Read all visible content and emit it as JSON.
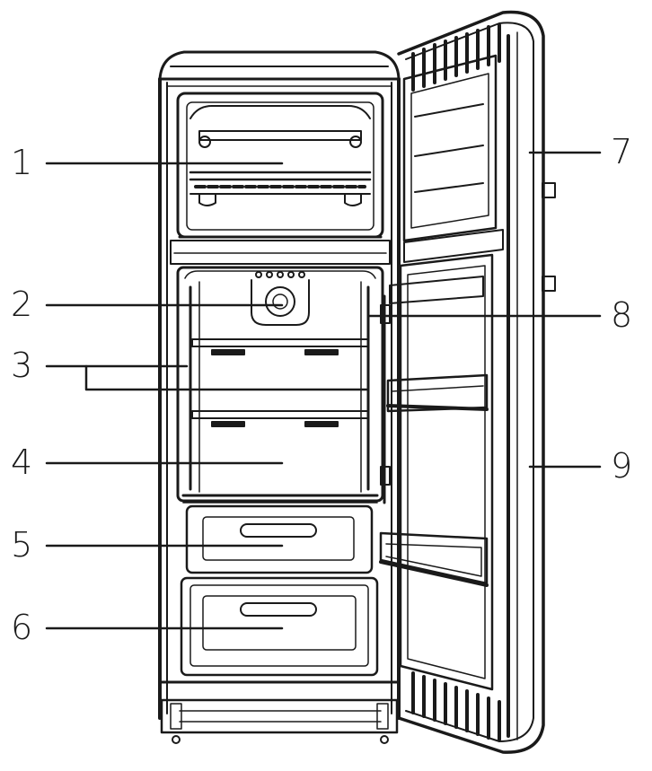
{
  "callouts": [
    {
      "id": "1",
      "label": "1"
    },
    {
      "id": "2",
      "label": "2"
    },
    {
      "id": "3",
      "label": "3"
    },
    {
      "id": "4",
      "label": "4"
    },
    {
      "id": "5",
      "label": "5"
    },
    {
      "id": "6",
      "label": "6"
    },
    {
      "id": "7",
      "label": "7"
    },
    {
      "id": "8",
      "label": "8"
    },
    {
      "id": "9",
      "label": "9"
    }
  ],
  "colors": {
    "stroke": "#1a1a1a",
    "background": "#ffffff"
  }
}
